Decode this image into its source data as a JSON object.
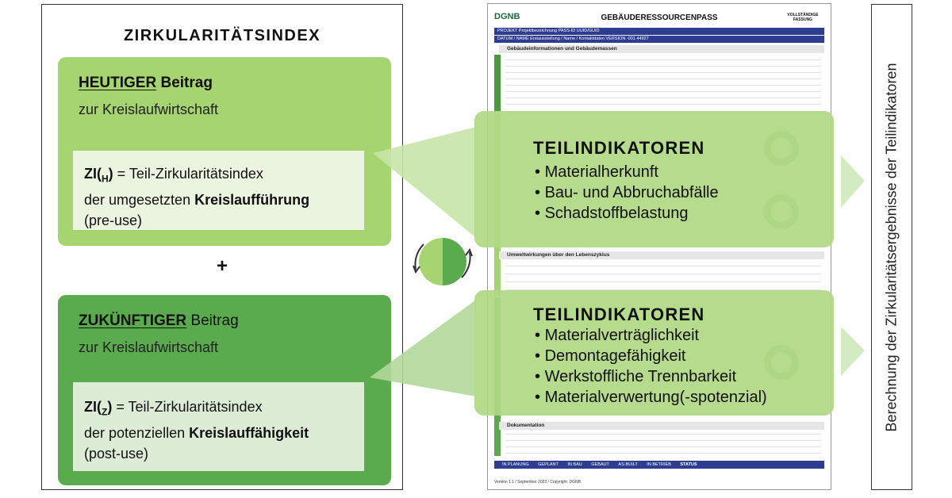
{
  "left": {
    "title": "ZIRKULARITÄTSINDEX",
    "heutig": {
      "head_underlined": "HEUTIGER",
      "head_rest": " Beitrag",
      "sub": "zur Kreislaufwirtschaft",
      "zi_sym": "ZI(",
      "zi_sub": "H",
      "zi_close": ")",
      "zi_text1": " = Teil-Zirkularitätsindex",
      "zi_text2": "der umgesetzten ",
      "zi_bold": "Kreislaufführung",
      "zi_text3": "(pre-use)"
    },
    "plus": "+",
    "zukunft": {
      "head_underlined": "ZUKÜNFTIGER",
      "head_rest": " Beitrag",
      "sub": "zur Kreislaufwirtschaft",
      "zi_sym": "ZI(",
      "zi_sub": "Z",
      "zi_close": ")",
      "zi_text1": " = Teil-Zirkularitätsindex",
      "zi_text2": "der potenziellen ",
      "zi_bold": "Kreislauffähigkeit",
      "zi_text3": "(post-use)"
    }
  },
  "document": {
    "logo": "DGNB",
    "title": "GEBÄUDERESSOURCENPASS",
    "badge": "VOLLSTÄNDIGE FASSUNG",
    "row1": "PROJEKT   Projektbezeichnung                                           PASS-ID   UUID/GUID",
    "row2": "DATUM / NAME   Erstausstellung / Name / Kontaktdaten                VERSION   -001   44927",
    "section1": "Gebäudeinformationen und Gebäudemassen",
    "section2": "Umweltwirkungen über den Lebenszyklus",
    "section3": "Dokumentation",
    "footer_items": [
      "IN PLANUNG",
      "GEPLANT",
      "IN BAU",
      "GEBAUT",
      "AS-BUILT",
      "IN BETRIEB",
      "STATUS"
    ],
    "version": "Version 1.1 / September 2023 / Copyright: DGNB"
  },
  "teilindikatoren": {
    "top": {
      "title": "TEILINDIKATOREN",
      "items": [
        "Materialherkunft",
        "Bau- und Abbruchabfälle",
        "Schadstoffbelastung"
      ]
    },
    "bottom": {
      "title": "TEILINDIKATOREN",
      "items": [
        "Materialverträglichkeit",
        "Demontagefähigkeit",
        "Werkstoffliche Trennbarkeit",
        "Materialverwertung(-spotenzial)"
      ]
    }
  },
  "right": {
    "label": "Berechnung der Zirkularitätsergebnisse der Teilindikatoren"
  },
  "colors": {
    "heutig": "#a5d470",
    "zukunft": "#5aab4e",
    "overlay": "#b0d884",
    "arrow": "#d3ebc0"
  }
}
